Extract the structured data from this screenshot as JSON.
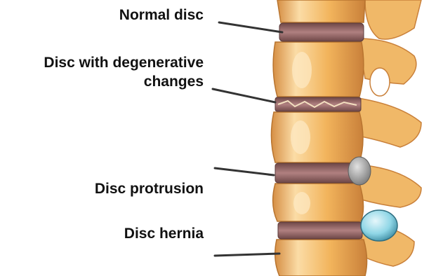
{
  "labels": {
    "normal_disc": "Normal disc",
    "degenerative_line1": "Disc with degenerative",
    "degenerative_line2": "changes",
    "protrusion": "Disc protrusion",
    "hernia": "Disc hernia"
  },
  "colors": {
    "bone": "#f2b45c",
    "bone_light": "#fbdca6",
    "bone_shadow": "#c9803a",
    "disc": "#9c6767",
    "disc_dark": "#6e4747",
    "hernia": "#8fd6e6",
    "leader_line": "#333333"
  }
}
